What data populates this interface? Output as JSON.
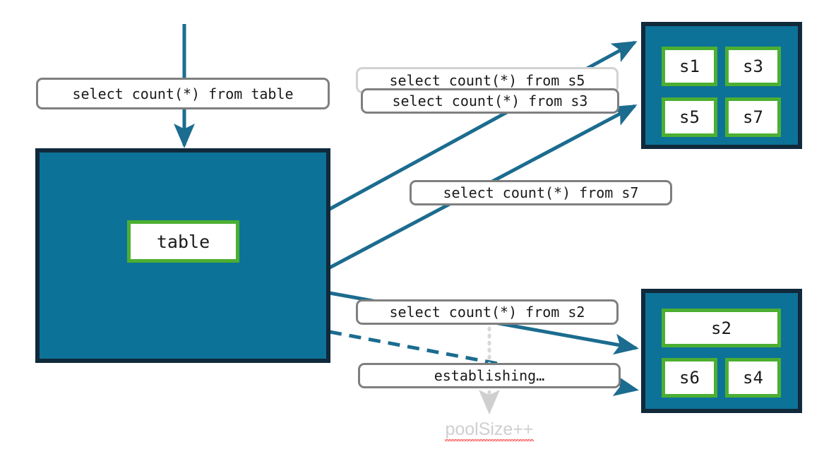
{
  "diagram": {
    "title": "connection pool session query diagram",
    "colors": {
      "pool_fill": "#0d7297",
      "pool_border": "#10293b",
      "chip_border": "#4caf32",
      "chip_fill": "#ffffff",
      "label_border": "#7f7f7f",
      "label_ghost_border": "#d2d2d2",
      "arrow": "#1b6c8f",
      "note_text": "#cfcfcf",
      "spellcheck": "#ff2a2a"
    }
  },
  "table_box": {
    "chip_label": "table"
  },
  "pools": [
    {
      "id": "pool-top",
      "chips": [
        {
          "label": "s1"
        },
        {
          "label": "s3"
        },
        {
          "label": "s5"
        },
        {
          "label": "s7"
        }
      ]
    },
    {
      "id": "pool-bottom",
      "chips": [
        {
          "label": "s2"
        },
        {
          "label": "s6"
        },
        {
          "label": "s4"
        }
      ]
    }
  ],
  "labels": {
    "table_query": "select count(*) from table",
    "s5_query": "select count(*) from s5",
    "s3_query": "select count(*) from s3",
    "s7_query": "select count(*) from s7",
    "s2_query": "select count(*) from s2",
    "establishing": "establishing…"
  },
  "note": {
    "text": "poolSize++"
  }
}
